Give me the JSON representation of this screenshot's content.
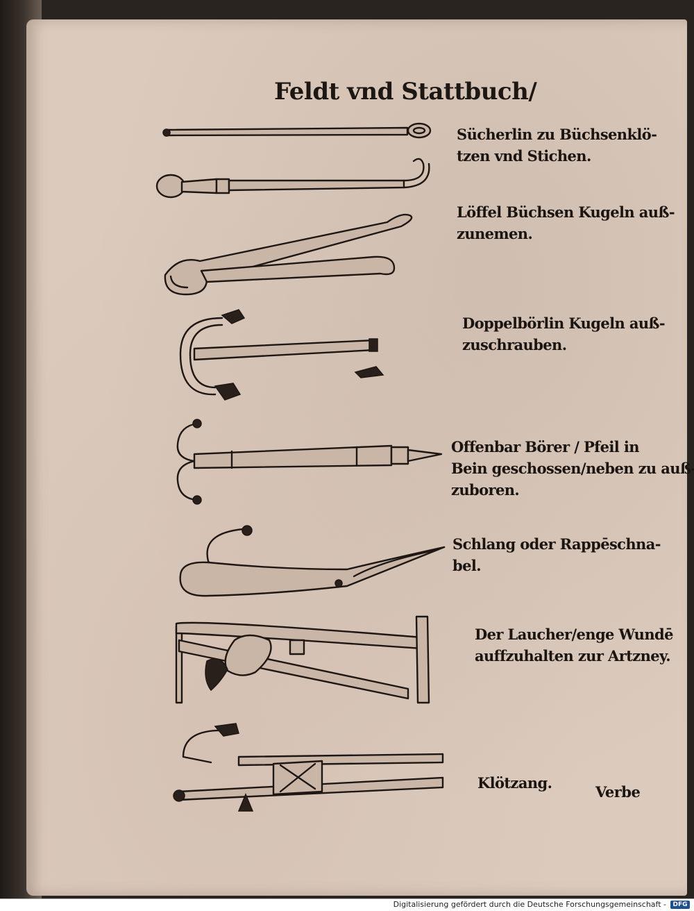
{
  "page": {
    "header": "Feldt vnd Stattbuch/",
    "catchword": "Verbe",
    "footer": "Digitalisierung gefördert durch die Deutsche Forschungsgemeinschaft -",
    "footer_logo": "DFG"
  },
  "tools": [
    {
      "name": "suecherlin",
      "caption": [
        "Sücherlin zu Büchsenklö-",
        "tzen vnd Stichen."
      ]
    },
    {
      "name": "loeffel",
      "caption": [
        "Löffel Büchsen Kugeln auß-",
        "zunemen."
      ]
    },
    {
      "name": "doppelboerlin",
      "caption": [
        "Doppelbörlin Kugeln auß-",
        "zuschrauben."
      ]
    },
    {
      "name": "offenbar-boerer",
      "caption": [
        "Offenbar Börer / Pfeil in",
        "Bein geschossen/neben zu auß-",
        "zuboren."
      ]
    },
    {
      "name": "schlang",
      "caption": [
        "Schlang oder Rappēschna-",
        "bel."
      ]
    },
    {
      "name": "laucher",
      "caption": [
        "Der Laucher/enge Wundē",
        "auffzuhalten zur Artzney."
      ]
    },
    {
      "name": "kloetzang",
      "caption": [
        "Klötzang."
      ]
    }
  ]
}
